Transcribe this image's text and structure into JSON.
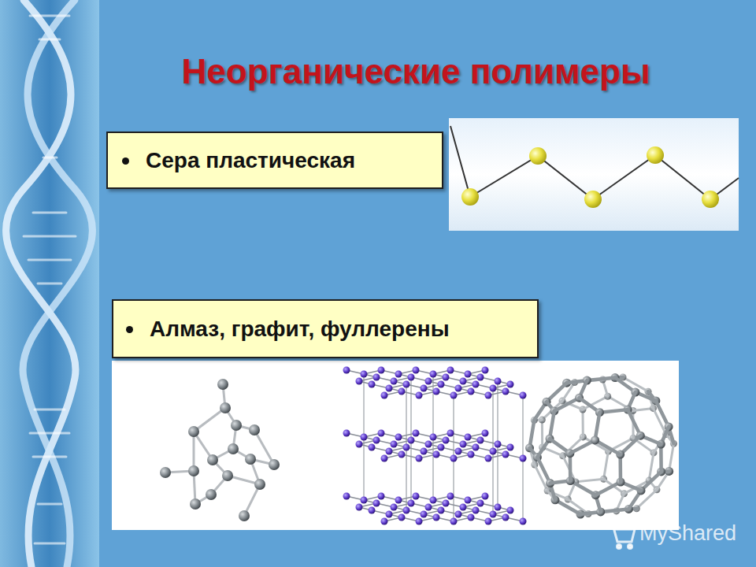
{
  "diagram": {
    "title": "Неорганические полимеры",
    "nodes": [
      {
        "text": [
          "Сера пластическая"
        ]
      },
      {
        "text": [
          "Алмаз, графит, фуллерены"
        ]
      }
    ],
    "labels": [
      "MyShared"
    ]
  }
}
